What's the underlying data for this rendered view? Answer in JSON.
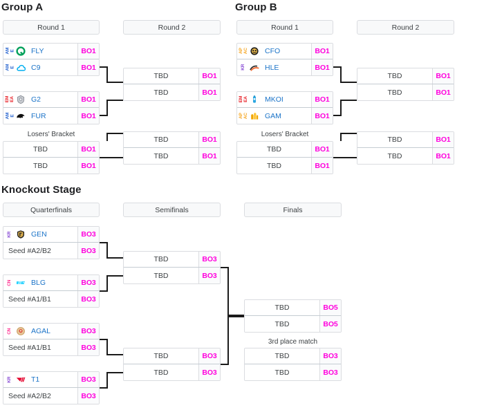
{
  "groups": [
    {
      "title": "Group A",
      "rounds": [
        {
          "label": "Round 1"
        },
        {
          "label": "Round 2"
        }
      ],
      "losers_label": "Losers' Bracket",
      "round1": [
        {
          "teams": [
            {
              "region": "AME",
              "region_color": "#2a66d0",
              "name": "FLY",
              "logo": "fly-logo",
              "bo": "BO1"
            },
            {
              "region": "AME",
              "region_color": "#2a66d0",
              "name": "C9",
              "logo": "c9-logo",
              "bo": "BO1"
            }
          ]
        },
        {
          "teams": [
            {
              "region": "EMEA",
              "region_color": "#e8232a",
              "name": "G2",
              "logo": "g2-logo",
              "bo": "BO1"
            },
            {
              "region": "AME",
              "region_color": "#2a66d0",
              "name": "FUR",
              "logo": "fur-logo",
              "bo": "BO1"
            }
          ]
        }
      ],
      "losers": [
        {
          "teams": [
            {
              "name": "TBD",
              "bo": "BO1"
            },
            {
              "name": "TBD",
              "bo": "BO1"
            }
          ]
        }
      ],
      "round2": [
        {
          "teams": [
            {
              "name": "TBD",
              "bo": "BO1"
            },
            {
              "name": "TBD",
              "bo": "BO1"
            }
          ]
        },
        {
          "teams": [
            {
              "name": "TBD",
              "bo": "BO1"
            },
            {
              "name": "TBD",
              "bo": "BO1"
            }
          ]
        }
      ]
    },
    {
      "title": "Group B",
      "rounds": [
        {
          "label": "Round 1"
        },
        {
          "label": "Round 2"
        }
      ],
      "losers_label": "Losers' Bracket",
      "round1": [
        {
          "teams": [
            {
              "region": "APAC",
              "region_color": "#f5a623",
              "name": "CFO",
              "logo": "cfo-logo",
              "bo": "BO1"
            },
            {
              "region": "KR",
              "region_color": "#8a4fd6",
              "name": "HLE",
              "logo": "hle-logo",
              "bo": "BO1"
            }
          ]
        },
        {
          "teams": [
            {
              "region": "EMEA",
              "region_color": "#e8232a",
              "name": "MKOI",
              "logo": "mkoi-logo",
              "bo": "BO1"
            },
            {
              "region": "APAC",
              "region_color": "#f5a623",
              "name": "GAM",
              "logo": "gam-logo",
              "bo": "BO1"
            }
          ]
        }
      ],
      "losers": [
        {
          "teams": [
            {
              "name": "TBD",
              "bo": "BO1"
            },
            {
              "name": "TBD",
              "bo": "BO1"
            }
          ]
        }
      ],
      "round2": [
        {
          "teams": [
            {
              "name": "TBD",
              "bo": "BO1"
            },
            {
              "name": "TBD",
              "bo": "BO1"
            }
          ]
        },
        {
          "teams": [
            {
              "name": "TBD",
              "bo": "BO1"
            },
            {
              "name": "TBD",
              "bo": "BO1"
            }
          ]
        }
      ]
    }
  ],
  "knockout": {
    "title": "Knockout Stage",
    "rounds": [
      {
        "label": "Quarterfinals"
      },
      {
        "label": "Semifinals"
      },
      {
        "label": "Finals"
      }
    ],
    "third_place_label": "3rd place match",
    "quarterfinals": [
      {
        "teams": [
          {
            "region": "KR",
            "region_color": "#8a4fd6",
            "name": "GEN",
            "logo": "gen-logo",
            "bo": "BO3"
          },
          {
            "name": "Seed #A2/B2",
            "seed": true,
            "bo": "BO3"
          }
        ]
      },
      {
        "teams": [
          {
            "region": "CN",
            "region_color": "#ff2d8f",
            "name": "BLG",
            "logo": "blg-logo",
            "bo": "BO3"
          },
          {
            "name": "Seed #A1/B1",
            "seed": true,
            "bo": "BO3"
          }
        ]
      },
      {
        "teams": [
          {
            "region": "CN",
            "region_color": "#ff2d8f",
            "name": "AGAL",
            "logo": "agal-logo",
            "bo": "BO3"
          },
          {
            "name": "Seed #A1/B1",
            "seed": true,
            "bo": "BO3"
          }
        ]
      },
      {
        "teams": [
          {
            "region": "KR",
            "region_color": "#8a4fd6",
            "name": "T1",
            "logo": "t1-logo",
            "bo": "BO3"
          },
          {
            "name": "Seed #A2/B2",
            "seed": true,
            "bo": "BO3"
          }
        ]
      }
    ],
    "semifinals": [
      {
        "teams": [
          {
            "name": "TBD",
            "bo": "BO3"
          },
          {
            "name": "TBD",
            "bo": "BO3"
          }
        ]
      },
      {
        "teams": [
          {
            "name": "TBD",
            "bo": "BO3"
          },
          {
            "name": "TBD",
            "bo": "BO3"
          }
        ]
      }
    ],
    "finals": [
      {
        "teams": [
          {
            "name": "TBD",
            "bo": "BO5"
          },
          {
            "name": "TBD",
            "bo": "BO5"
          }
        ]
      }
    ],
    "third_place": [
      {
        "teams": [
          {
            "name": "TBD",
            "bo": "BO3"
          },
          {
            "name": "TBD",
            "bo": "BO3"
          }
        ]
      }
    ]
  },
  "colors": {
    "bo_tag": "#ff00dd",
    "team_name": "#1a73c8",
    "line": "#1a1a1a",
    "border": "#dadce0",
    "header_bg": "#f8f9fa"
  }
}
